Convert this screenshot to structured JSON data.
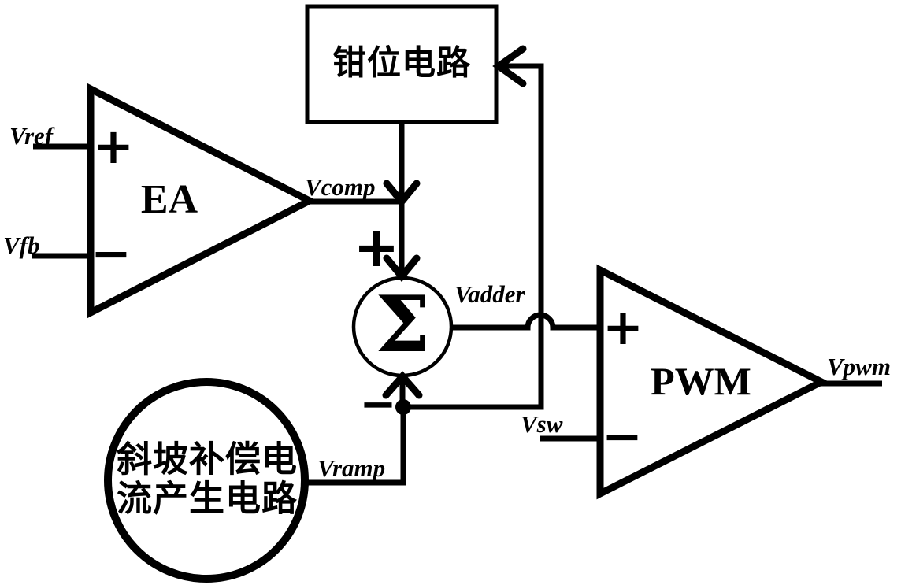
{
  "figure": {
    "background": "#ffffff",
    "ink": "#000000"
  },
  "blocks": {
    "clamp": {
      "label": "钳位电路"
    },
    "error_amp": {
      "label": "EA",
      "plus": "+",
      "minus": "−"
    },
    "summer": {
      "sigma": "Σ",
      "plus": "+",
      "minus": "−"
    },
    "ramp": {
      "label_line1": "斜坡补偿电",
      "label_line2": "流产生电路"
    },
    "pwm": {
      "label": "PWM",
      "plus": "+",
      "minus": "−"
    }
  },
  "signals": {
    "vref": "Vref",
    "vfb": "Vfb",
    "vcomp": "Vcomp",
    "vadder": "Vadder",
    "vramp": "Vramp",
    "vsw": "Vsw",
    "vpwm": "Vpwm"
  }
}
